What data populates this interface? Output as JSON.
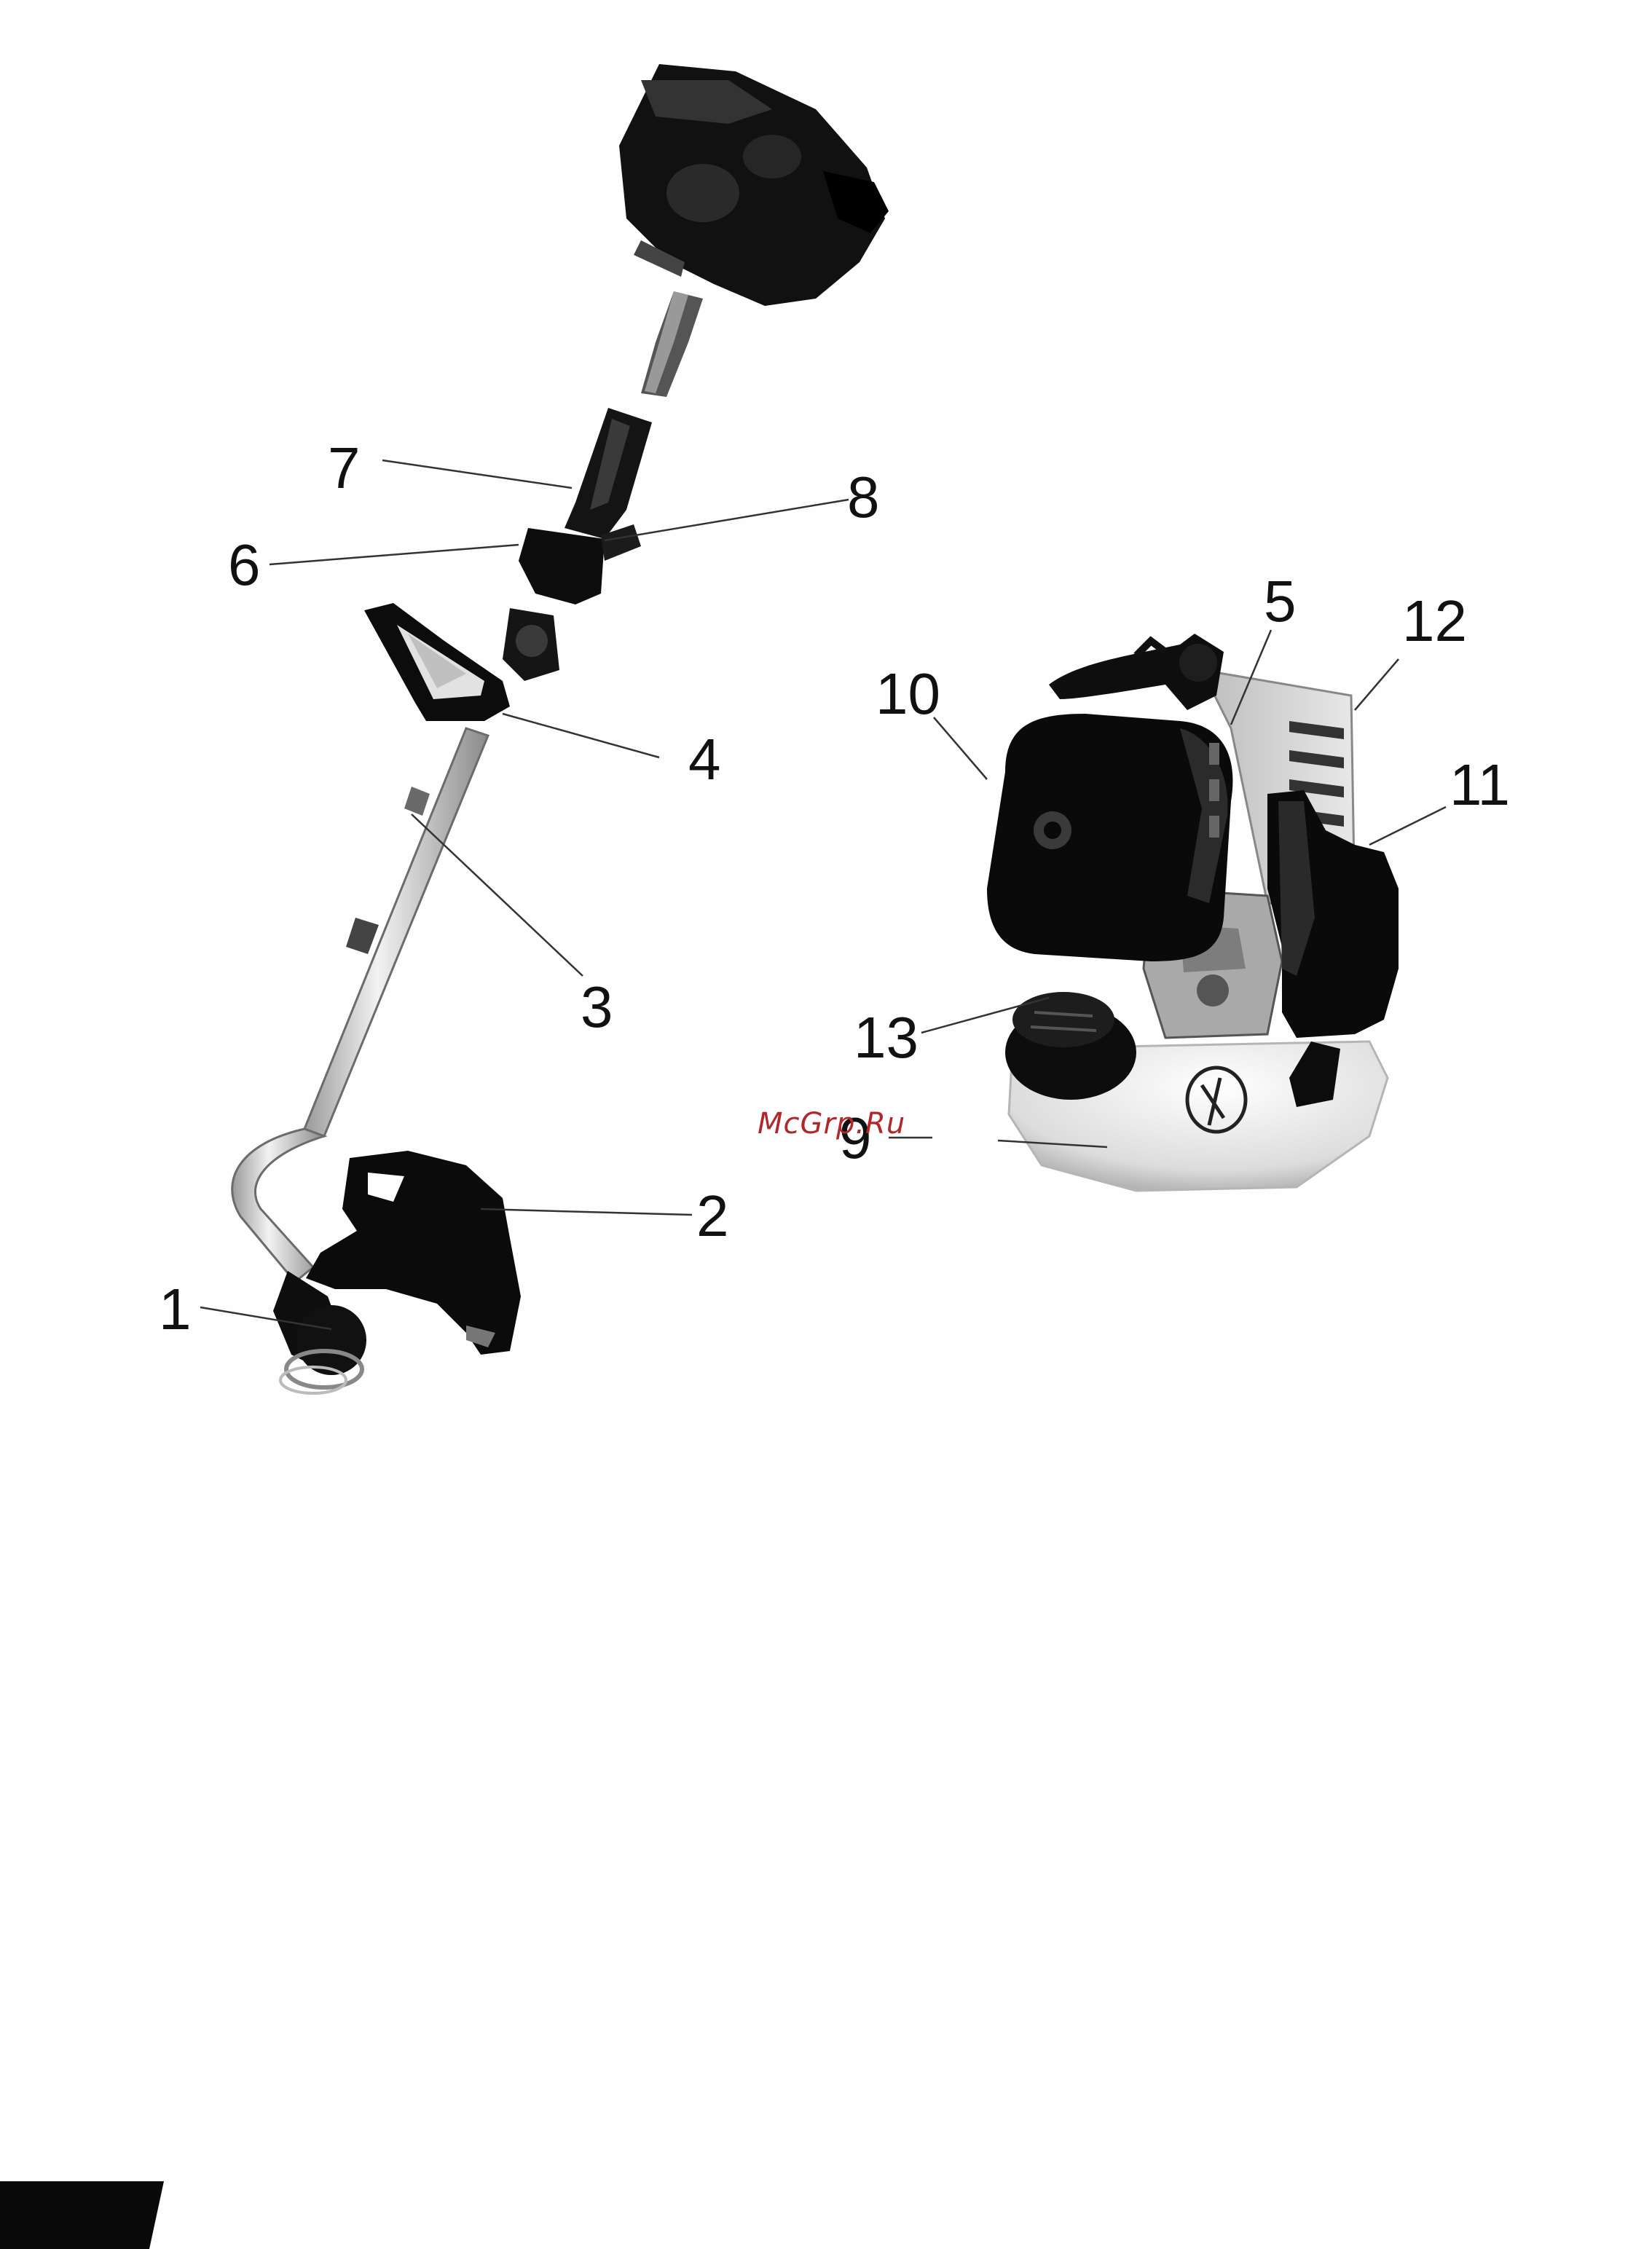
{
  "callouts": {
    "c1": "1",
    "c2": "2",
    "c3": "3",
    "c4": "4",
    "c5": "5",
    "c6": "6",
    "c7": "7",
    "c8": "8",
    "c9": "9",
    "c10": "10",
    "c11": "11",
    "c12": "12",
    "c13": "13"
  },
  "watermark": "McGrp.Ru",
  "colors": {
    "ink": "#111111",
    "metal": "#d4d4d4",
    "engine_body": "#0d0d0d",
    "watermark": "#b0282a",
    "page_tab": "#0a0a0a"
  }
}
